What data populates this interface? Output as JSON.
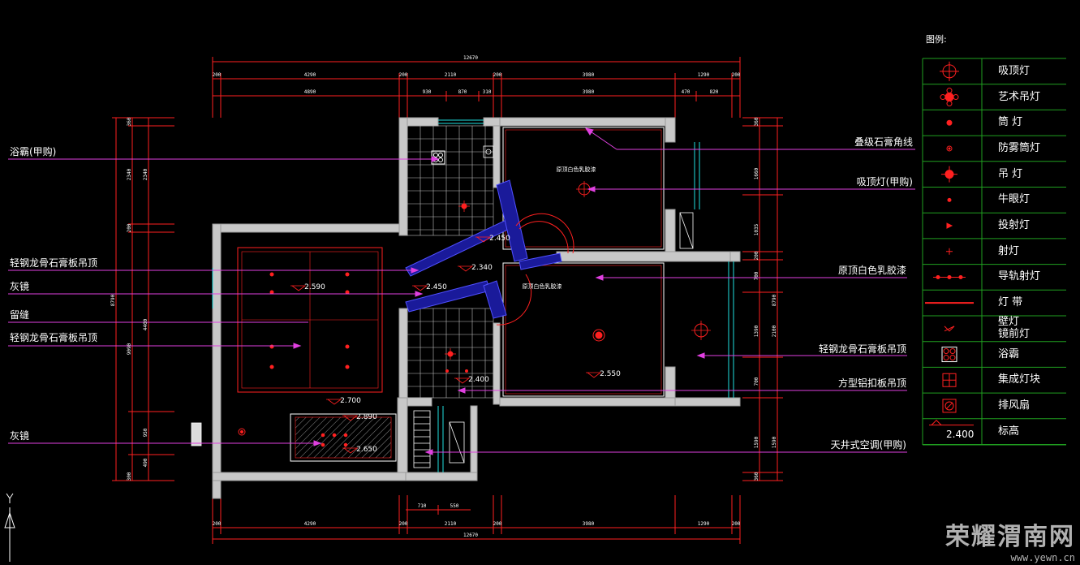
{
  "drawing": {
    "top_dims_overall": "12670",
    "top_dims_row1": [
      "200",
      "4290",
      "200",
      "2110",
      "200",
      "3980",
      "1290",
      "200"
    ],
    "top_dims_row2": [
      "4890",
      "930",
      "870",
      "310",
      "3980",
      "470",
      "820"
    ],
    "bottom_dims_row1": [
      "200",
      "4290",
      "200",
      "2110",
      "200",
      "3980",
      "1290",
      "200"
    ],
    "bottom_dims_overall": "12670",
    "bottom_small_dims": [
      "710",
      "550"
    ],
    "left_dims_outer": [
      "8790",
      "9090"
    ],
    "left_dims_inner": [
      "360",
      "2340",
      "2340",
      "200",
      "4400",
      "950",
      "490",
      "300"
    ],
    "right_dims_outer": [
      "8790"
    ],
    "right_dims_inner": [
      "360",
      "1660",
      "1035",
      "200",
      "700",
      "1390",
      "2100",
      "700",
      "1590",
      "1590",
      "360"
    ],
    "room_notes": [
      "原顶白色乳胶漆",
      "原顶白色乳胶漆"
    ],
    "elevations": [
      "2.590",
      "2.450",
      "2.340",
      "2.450",
      "2.400",
      "2.550",
      "2.700",
      "2.890",
      "2.650"
    ]
  },
  "left_labels": [
    "浴霸(甲购)",
    "轻钢龙骨石膏板吊顶",
    "灰镜",
    "留缝",
    "轻钢龙骨石膏板吊顶",
    "灰镜"
  ],
  "right_labels": [
    "叠级石膏角线",
    "吸顶灯(甲购)",
    "原顶白色乳胶漆",
    "轻钢龙骨石膏板吊顶",
    "方型铝扣板吊顶",
    "天井式空调(甲购)"
  ],
  "legend": {
    "title": "图例:",
    "items": [
      {
        "icon": "ceiling-light-icon",
        "label": "吸顶灯"
      },
      {
        "icon": "art-chandelier-icon",
        "label": "艺术吊灯"
      },
      {
        "icon": "downlight-icon",
        "label": "筒 灯"
      },
      {
        "icon": "fog-proof-downlight-icon",
        "label": "防雾筒灯"
      },
      {
        "icon": "pendant-light-icon",
        "label": "吊 灯"
      },
      {
        "icon": "bullseye-light-icon",
        "label": "牛眼灯"
      },
      {
        "icon": "projector-light-icon",
        "label": "投射灯"
      },
      {
        "icon": "spotlight-icon",
        "label": "射灯"
      },
      {
        "icon": "track-spotlight-icon",
        "label": "导轨射灯"
      },
      {
        "icon": "light-strip-icon",
        "label": "灯 带"
      },
      {
        "icon": "wall-mirror-light-icon",
        "label": "壁灯\n镜前灯"
      },
      {
        "icon": "bath-heater-icon",
        "label": "浴霸"
      },
      {
        "icon": "integrated-light-icon",
        "label": "集成灯块"
      },
      {
        "icon": "exhaust-fan-icon",
        "label": "排风扇"
      },
      {
        "icon": "elevation-mark-icon",
        "label": "标高",
        "value": "2.400"
      }
    ]
  },
  "watermark": {
    "main": "荣耀渭南网",
    "sub": "www.yewn.cn"
  },
  "ucs": {
    "axis": "Y"
  },
  "colors": {
    "wall": "#c8c8c8",
    "dim": "#ff2020",
    "leader": "#e040e0",
    "fixture": "#ff2020",
    "stair": "#2020c0",
    "window": "#20e0e0"
  }
}
